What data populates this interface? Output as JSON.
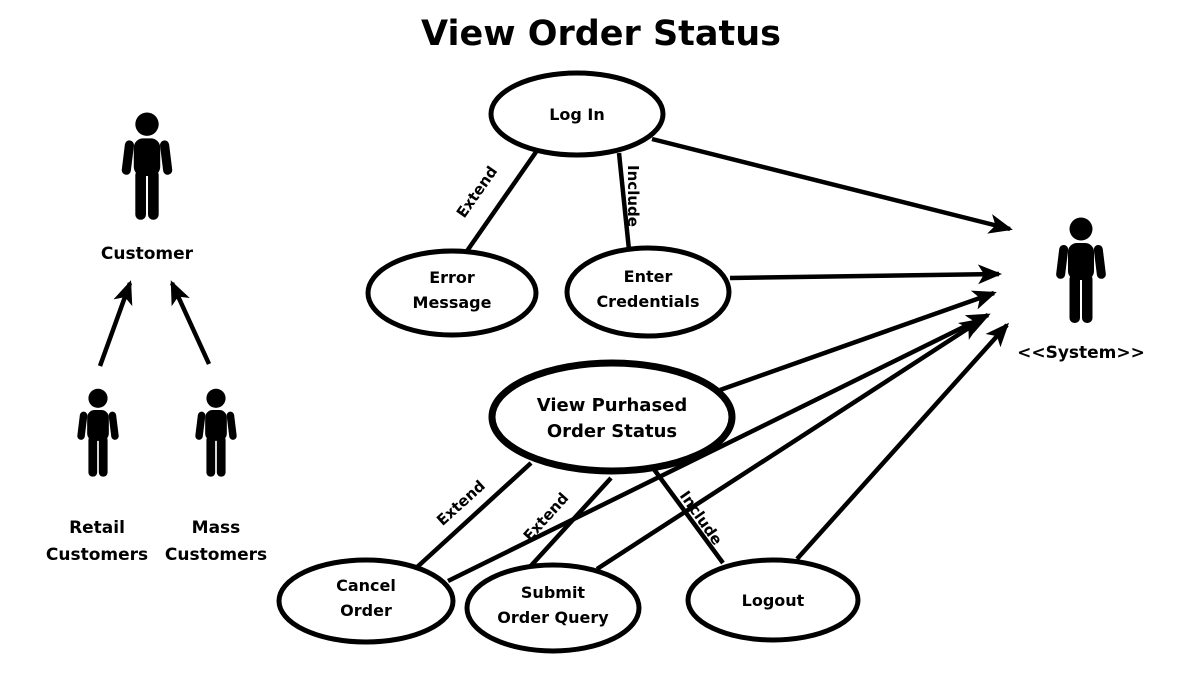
{
  "title": "View Order Status",
  "colors": {
    "ink": "#000000",
    "background": "#ffffff"
  },
  "actors": [
    {
      "id": "customer",
      "label_lines": [
        "Customer"
      ]
    },
    {
      "id": "retail-customers",
      "label_lines": [
        "Retail",
        "Customers"
      ]
    },
    {
      "id": "mass-customers",
      "label_lines": [
        "Mass",
        "Customers"
      ]
    },
    {
      "id": "system",
      "label_lines": [
        "<<System>>"
      ]
    }
  ],
  "use_cases": [
    {
      "id": "log-in",
      "label_lines": [
        "Log In"
      ]
    },
    {
      "id": "error-message",
      "label_lines": [
        "Error",
        "Message"
      ]
    },
    {
      "id": "enter-credentials",
      "label_lines": [
        "Enter",
        "Credentials"
      ]
    },
    {
      "id": "view-purchased-order-status",
      "label_lines": [
        "View Purhased",
        "Order Status"
      ]
    },
    {
      "id": "cancel-order",
      "label_lines": [
        "Cancel",
        "Order"
      ]
    },
    {
      "id": "submit-order-query",
      "label_lines": [
        "Submit",
        "Order Query"
      ]
    },
    {
      "id": "logout",
      "label_lines": [
        "Logout"
      ]
    }
  ],
  "relationships": [
    {
      "from": "Log In",
      "to": "Error Message",
      "label": "Extend",
      "arrow": false
    },
    {
      "from": "Log In",
      "to": "Enter Credentials",
      "label": "Include",
      "arrow": false
    },
    {
      "from": "Log In",
      "to": "<<System>>",
      "label": "",
      "arrow": true
    },
    {
      "from": "Enter Credentials",
      "to": "<<System>>",
      "label": "",
      "arrow": true
    },
    {
      "from": "View Purhased Order Status",
      "to": "<<System>>",
      "label": "",
      "arrow": true
    },
    {
      "from": "View Purhased Order Status",
      "to": "Cancel Order",
      "label": "Extend",
      "arrow": false
    },
    {
      "from": "View Purhased Order Status",
      "to": "Submit Order Query",
      "label": "Extend",
      "arrow": false
    },
    {
      "from": "View Purhased Order Status",
      "to": "Logout",
      "label": "Include",
      "arrow": false
    },
    {
      "from": "Cancel Order",
      "to": "<<System>>",
      "label": "",
      "arrow": true
    },
    {
      "from": "Submit Order Query",
      "to": "<<System>>",
      "label": "",
      "arrow": true
    },
    {
      "from": "Logout",
      "to": "<<System>>",
      "label": "",
      "arrow": true
    },
    {
      "from": "Retail Customers",
      "to": "Customer",
      "label": "",
      "arrow": true
    },
    {
      "from": "Mass Customers",
      "to": "Customer",
      "label": "",
      "arrow": true
    }
  ]
}
